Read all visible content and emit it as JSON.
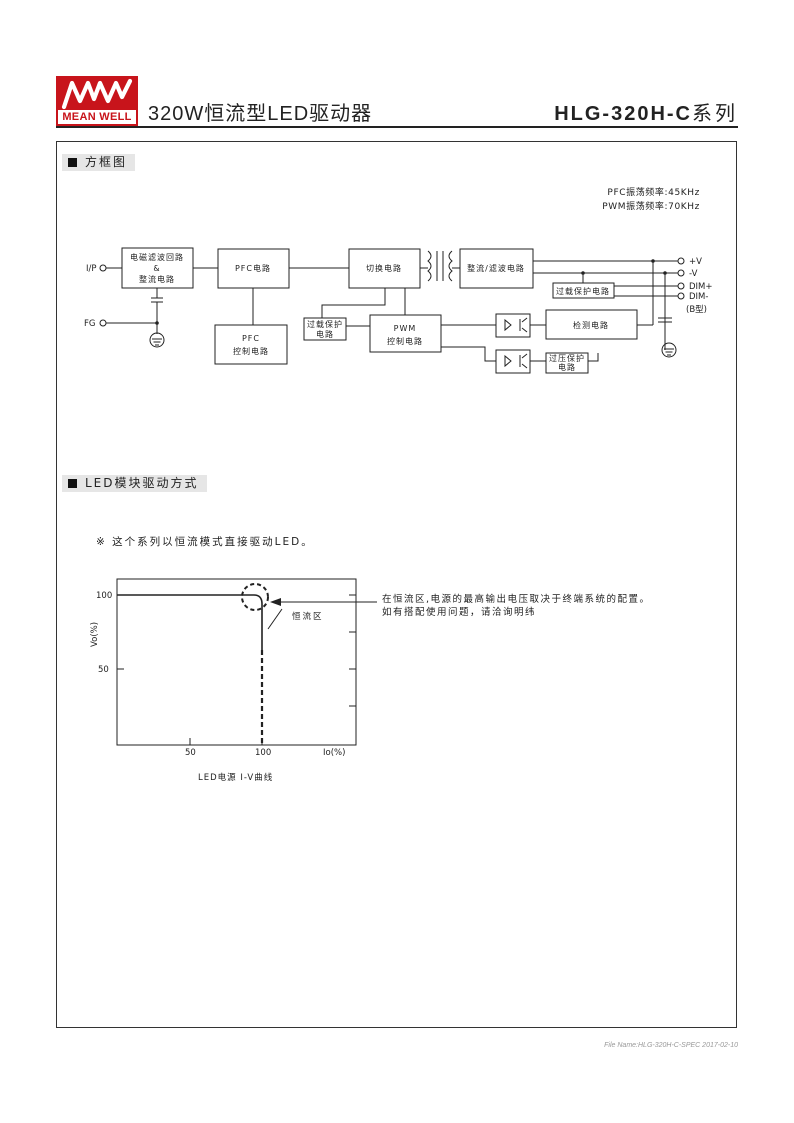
{
  "header": {
    "logo_text": "MEAN WELL",
    "title": "320W恒流型LED驱动器",
    "series_model": "HLG-320H-C",
    "series_suffix": "系列"
  },
  "sections": {
    "block_diagram": "方框图",
    "led_drive": "LED模块驱动方式"
  },
  "block_diagram": {
    "pfc_freq": "PFC振荡频率:45KHz",
    "pwm_freq": "PWM振荡频率:70KHz",
    "terminals": {
      "ip": "I/P",
      "fg": "FG",
      "vplus": "+V",
      "vminus": "-V",
      "dimplus": "DIM+",
      "dimminus": "DIM-",
      "btype": "(B型)"
    },
    "blocks": {
      "emi_1": "电磁滤波回路",
      "emi_2": "&",
      "emi_3": "整流电路",
      "pfc": "PFC电路",
      "switch": "切换电路",
      "rect": "整流/滤波电路",
      "pfc_ctrl_1": "PFC",
      "pfc_ctrl_2": "控制电路",
      "ovl_1": "过载保护",
      "ovl_2": "电路",
      "pwm_1": "PWM",
      "pwm_2": "控制电路",
      "ovl_out": "过载保护电路",
      "detect": "检测电路",
      "ovp_1": "过压保护",
      "ovp_2": "电路"
    }
  },
  "led_drive": {
    "note": "※ 这个系列以恒流模式直接驱动LED。",
    "desc_1": "在恒流区,电源的最高输出电压取决于终端系统的配置。",
    "desc_2": "如有搭配使用问题，请洽询明纬",
    "chart": {
      "y_label": "Vo(%)",
      "x_label": "Io(%)",
      "caption": "LED电源 I-V曲线",
      "region_label": "恒流区",
      "y_ticks": [
        "100",
        "50"
      ],
      "x_ticks": [
        "50",
        "100"
      ]
    }
  },
  "footer": {
    "file": "File Name:HLG-320H-C-SPEC   2017-02-10"
  },
  "colors": {
    "brand": "#c8141b",
    "section_bg": "#e6e6e6"
  }
}
